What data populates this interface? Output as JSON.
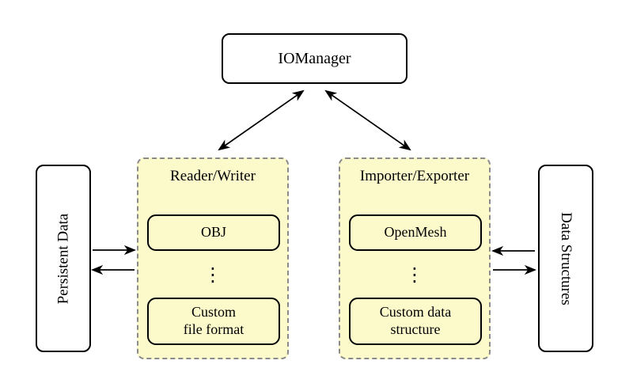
{
  "diagram": {
    "manager": {
      "label": "IOManager"
    },
    "left_side": {
      "label": "Persistent Data"
    },
    "right_side": {
      "label": "Data Structures"
    },
    "groups": [
      {
        "title": "Reader/Writer",
        "ellipsis": "⋮",
        "items": [
          {
            "label": "OBJ"
          },
          {
            "label": "Custom\nfile format"
          }
        ]
      },
      {
        "title": "Importer/Exporter",
        "ellipsis": "⋮",
        "items": [
          {
            "label": "OpenMesh"
          },
          {
            "label": "Custom data\nstructure"
          }
        ]
      }
    ],
    "colors": {
      "group_fill": "#FCF9CA",
      "group_border": "#8B8B8B",
      "line": "#000000",
      "node_fill": "#FFFFFF"
    }
  }
}
